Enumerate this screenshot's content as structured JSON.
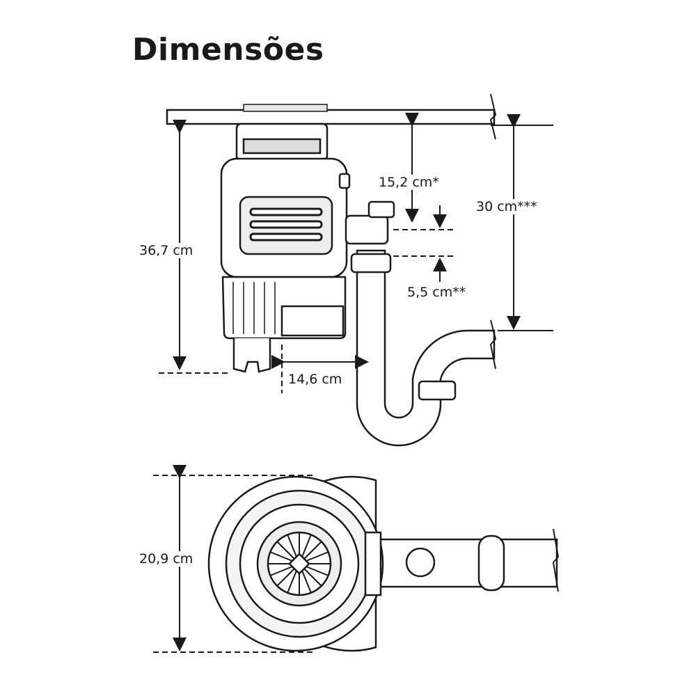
{
  "title": "Dimensões",
  "dimensions": {
    "height_total": "36,7 cm",
    "drain_outlet_depth": "15,2 cm*",
    "trap_depth": "30 cm***",
    "outlet_diameter_offset": "5,5 cm**",
    "outlet_horizontal": "14,6 cm",
    "diameter": "20,9 cm"
  },
  "colors": {
    "line": "#1a1a1a",
    "body": "#ffffff",
    "shade": "#cfcfcf"
  }
}
